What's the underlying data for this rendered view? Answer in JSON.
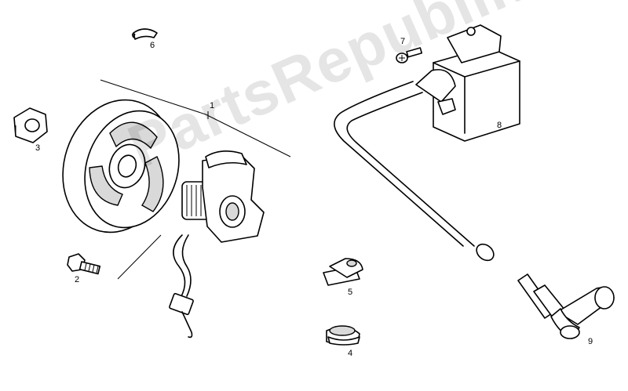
{
  "watermark": "PartsRepublik",
  "parts": [
    {
      "number": "1"
    },
    {
      "number": "2"
    },
    {
      "number": "3"
    },
    {
      "number": "4"
    },
    {
      "number": "5"
    },
    {
      "number": "6"
    },
    {
      "number": "7"
    },
    {
      "number": "8"
    },
    {
      "number": "9"
    }
  ]
}
